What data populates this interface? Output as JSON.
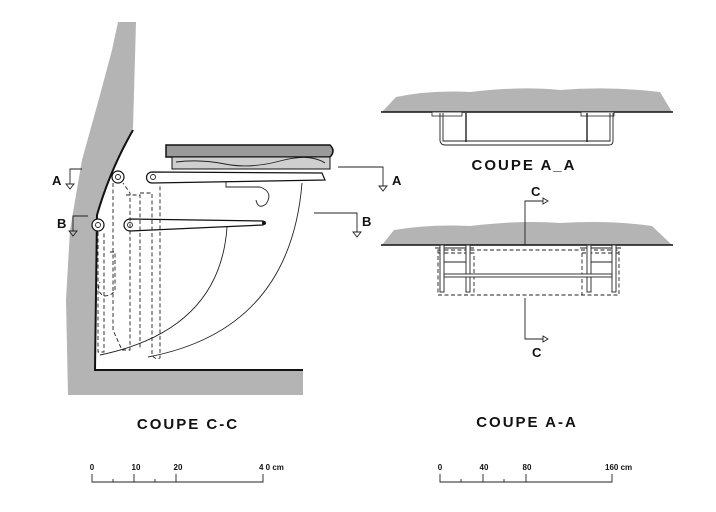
{
  "drawing": {
    "section_cc": {
      "title": "COUPE C-C",
      "markers": {
        "a_left": "A",
        "a_right": "A",
        "b_left": "B",
        "b_right": "B"
      }
    },
    "section_aa_top": {
      "title": "COUPE A_A"
    },
    "section_aa_bottom": {
      "title": "COUPE A-A",
      "markers": {
        "c_top": "C",
        "c_bottom": "C"
      }
    },
    "scale_left": {
      "ticks": [
        "0",
        "10",
        "20",
        "4 0 cm"
      ]
    },
    "scale_right": {
      "ticks": [
        "0",
        "40",
        "80",
        "160 cm"
      ]
    },
    "colors": {
      "wall": "#b4b4b4",
      "ink": "#111111"
    }
  }
}
